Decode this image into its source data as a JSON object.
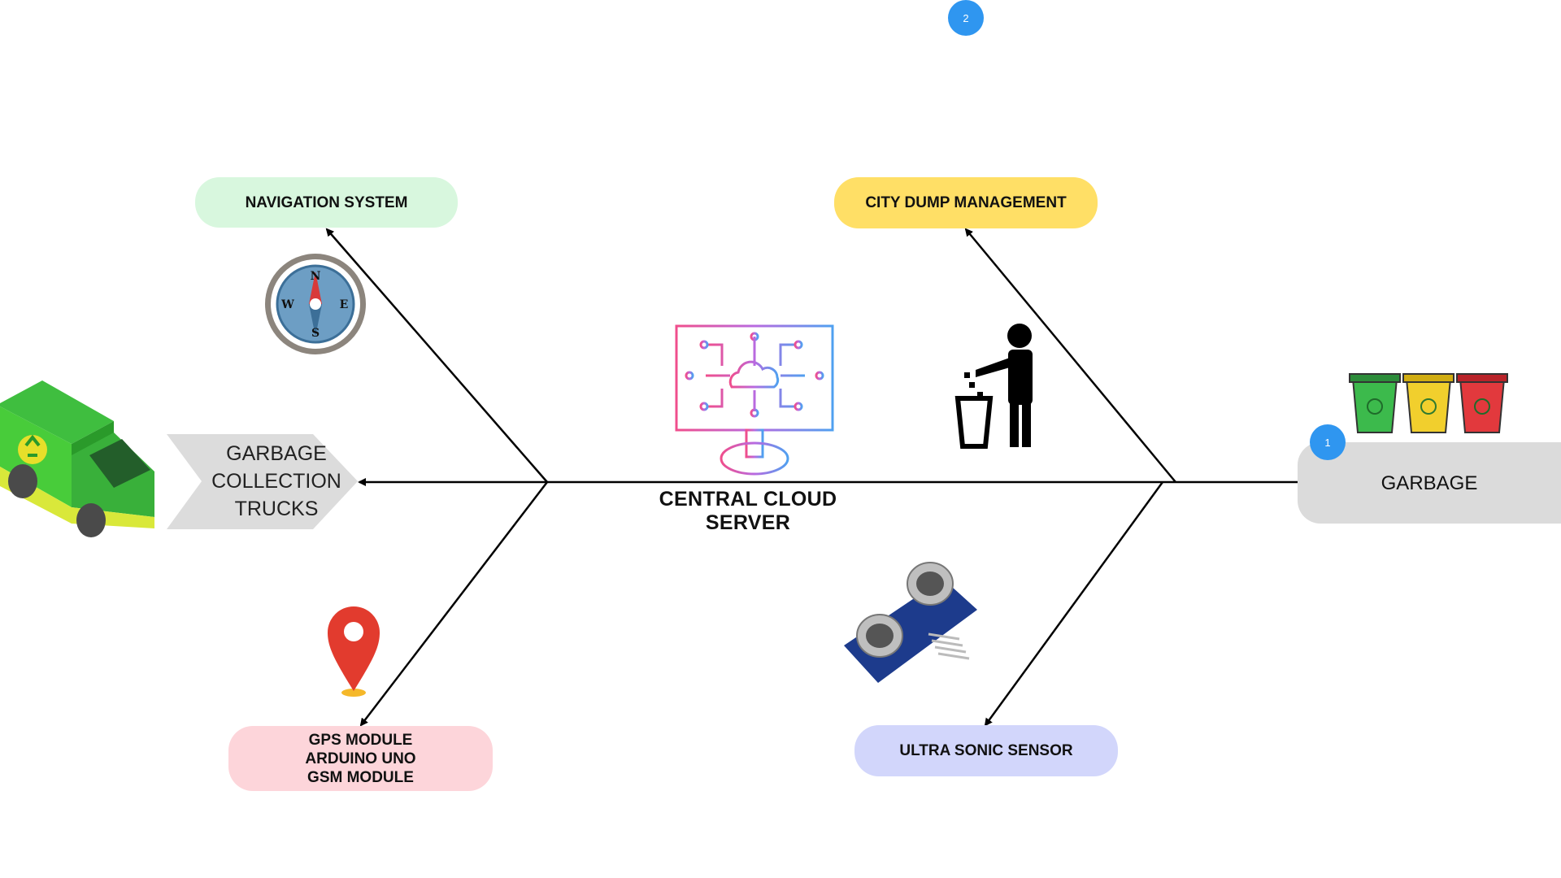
{
  "diagram": {
    "central": "CENTRAL CLOUD SERVER",
    "head": "GARBAGE",
    "trucks": [
      "GARBAGE",
      "COLLECTION",
      "TRUCKS"
    ],
    "branches": {
      "navigation": "NAVIGATION SYSTEM",
      "city_dump": "CITY DUMP MANAGEMENT",
      "gps_lines": [
        "GPS MODULE",
        "ARDUINO UNO",
        "GSM MODULE"
      ],
      "ultrasonic": "ULTRA SONIC SENSOR"
    },
    "badges": [
      "1",
      "2"
    ],
    "compass_letters": [
      "N",
      "E",
      "S",
      "W"
    ]
  },
  "colors": {
    "navigation_fill": "#d8f7de",
    "city_dump_fill": "#ffdf66",
    "gps_fill": "#fdd5da",
    "ultrasonic_fill": "#d2d6fb",
    "garbage_fill": "#dbdbdb",
    "badge": "#2f96f0"
  },
  "icons": [
    "compass-icon",
    "recycling-truck-icon",
    "cloud-monitor-icon",
    "person-trash-icon",
    "recycle-bins-icon",
    "map-pin-icon",
    "ultrasonic-sensor-icon"
  ]
}
